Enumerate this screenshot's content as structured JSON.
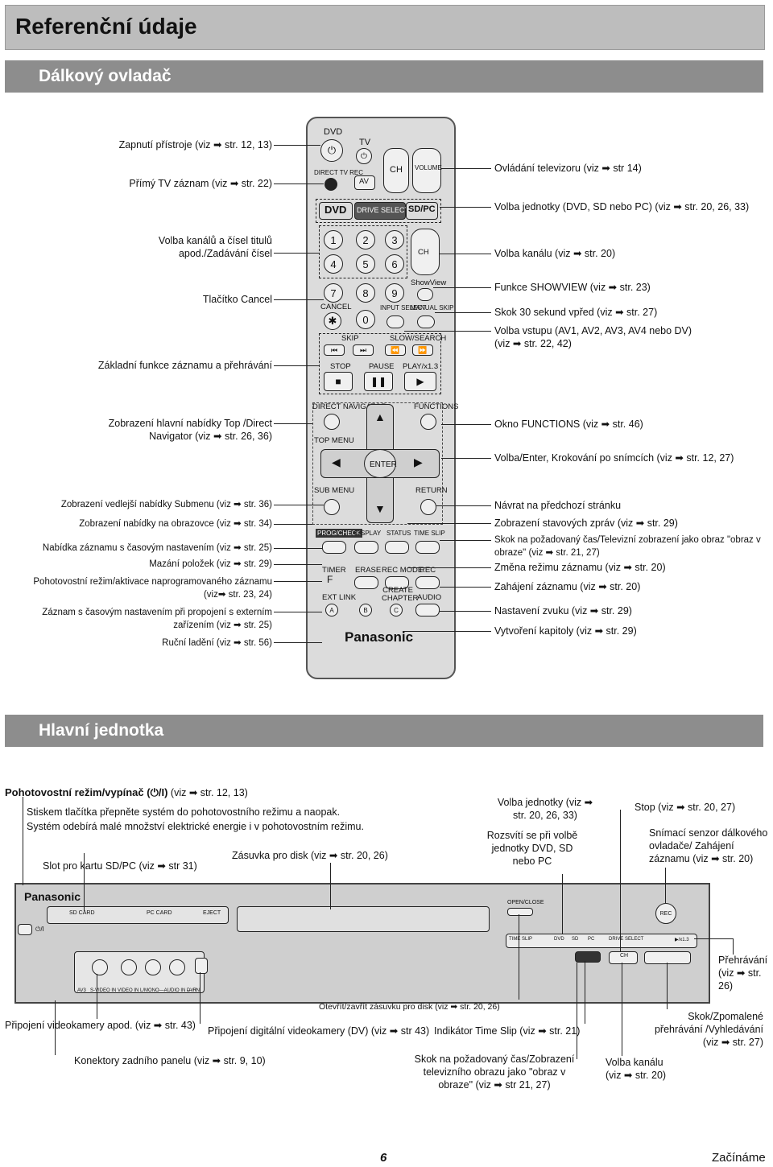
{
  "header": {
    "title": "Referenční údaje",
    "section1": "Dálkový ovladač",
    "section2": "Hlavní jednotka"
  },
  "remote": {
    "left": [
      "Zapnutí přístroje (viz ➡ str. 12, 13)",
      "Přímý TV záznam (viz ➡ str. 22)",
      "Volba kanálů a čísel titulů apod./Zadávání čísel",
      "Tlačítko Cancel",
      "Základní funkce záznamu a přehrávání",
      "Zobrazení hlavní nabídky Top /Direct Navigator (viz ➡ str. 26, 36)",
      "Zobrazení vedlejší nabídky Submenu (viz ➡ str. 36)",
      "Zobrazení nabídky na obrazovce (viz ➡ str. 34)",
      "Nabídka záznamu s časovým nastavením (viz ➡ str. 25)",
      "Mazání položek (viz ➡ str. 29)",
      "Pohotovostní režim/aktivace naprogramovaného záznamu (viz➡ str. 23, 24)",
      "Záznam s časovým nastavením při propojení s externím zařízením (viz ➡ str. 25)",
      "Ruční ladění (viz ➡ str. 56)"
    ],
    "right": [
      "Ovládání televizoru (viz ➡ str 14)",
      "Volba jednotky (DVD, SD nebo PC) (viz ➡ str. 20, 26, 33)",
      "Volba kanálu (viz ➡ str. 20)",
      "Funkce SHOWVIEW (viz ➡ str. 23)",
      "Skok 30 sekund vpřed (viz ➡ str. 27)",
      "Volba vstupu (AV1, AV2, AV3, AV4 nebo DV) (viz ➡ str. 22, 42)",
      "Okno FUNCTIONS (viz ➡ str. 46)",
      "Volba/Enter, Krokování po snímcích (viz ➡ str. 12, 27)",
      "Návrat na předchozí stránku",
      "Zobrazení stavových zpráv (viz ➡ str. 29)",
      "Skok na požadovaný čas/Televizní zobrazení jako obraz \"obraz v obraze\" (viz ➡ str. 21, 27)",
      "Změna režimu záznamu (viz ➡ str. 20)",
      "Zahájení záznamu (viz ➡ str. 20)",
      "Nastavení zvuku (viz ➡ str. 29)",
      "Vytvoření kapitoly (viz ➡ str. 29)"
    ],
    "keys": {
      "dvd": "DVD",
      "tv": "TV",
      "direct_tv_rec": "DIRECT TV REC",
      "av": "AV",
      "ch": "CH",
      "volume": "VOLUME",
      "dvd2": "DVD",
      "drive_select": "DRIVE SELECT",
      "sdpc": "SD/PC",
      "nums": [
        "1",
        "2",
        "3",
        "4",
        "5",
        "6",
        "7",
        "8",
        "9",
        "0"
      ],
      "cancel": "CANCEL",
      "showview": "ShowView",
      "input_select": "INPUT SELECT",
      "manual_skip": "MANUAL SKIP",
      "skip": "SKIP",
      "slow_search": "SLOW/SEARCH",
      "stop": "STOP",
      "pause": "PAUSE",
      "play": "PLAY/x1.3",
      "direct_navigator": "DIRECT NAVIGATOR",
      "functions": "FUNCTIONS",
      "top_menu": "TOP MENU",
      "enter": "ENTER",
      "sub_menu": "SUB MENU",
      "return": "RETURN",
      "prog_check": "PROG/CHECK",
      "display": "DISPLAY",
      "status": "STATUS",
      "time_slip": "TIME SLIP",
      "timer": "TIMER",
      "f": "F",
      "erase": "ERASE",
      "rec_mode": "REC MODE",
      "rec": "REC",
      "ext_link": "EXT LINK",
      "create_chapter": "CREATE CHAPTER",
      "audio": "AUDIO",
      "a": "A",
      "b": "B",
      "c": "C",
      "brand": "Panasonic"
    }
  },
  "unit": {
    "standby_title": "Pohotovostní režim/vypínač (⏻/I)",
    "standby_ref": "(viz ➡ str. 12, 13)",
    "standby_desc1": "Stiskem tlačítka přepněte systém do pohotovostního režimu a naopak.",
    "standby_desc2": "Systém odebírá malé množství elektrické energie i v pohotovostním režimu.",
    "slot_sd": "Slot pro kartu SD/PC (viz ➡ str 31)",
    "disc_tray": "Zásuvka pro disk (viz ➡ str. 20, 26)",
    "drive_sel": "Volba jednotky (viz ➡ str. 20, 26, 33)",
    "lit": "Rozsvítí se při volbě jednotky DVD, SD nebo PC",
    "stop": "Stop (viz ➡ str. 20, 27)",
    "sensor": "Snímací senzor dálkového ovladače/ Zahájení záznamu (viz ➡ str. 20)",
    "play": "Přehrávání (viz ➡ str. 26)",
    "skip_slow": "Skok/Zpomalené přehrávání /Vyhledávání (viz ➡ str. 27)",
    "open_close_ref": "Otevřít/zavřít zásuvku pro disk (viz ➡ str. 20, 26)",
    "camcorder": "Připojení videokamery apod. (viz ➡ str. 43)",
    "dv": "Připojení digitální videokamery (DV) (viz ➡ str 43)",
    "time_slip_ind": "Indikátor Time Slip (viz ➡ str. 21)",
    "rear": "Konektory zadního panelu (viz ➡ str. 9, 10)",
    "jump": "Skok na požadovaný čas/Zobrazení televizního obrazu jako \"obraz v obraze\" (viz ➡ str 21, 27)",
    "ch_sel": "Volba kanálu (viz ➡ str. 20)",
    "panel": {
      "brand": "Panasonic",
      "sd_card": "SD CARD",
      "pc_card": "PC CARD",
      "eject": "EJECT",
      "open_close": "OPEN/CLOSE",
      "rec": "REC",
      "power": "⏻/I",
      "time_slip": "TIME SLIP",
      "dvd": "DVD",
      "sd": "SD",
      "pc": "PC",
      "drive_select": "DRIVE SELECT",
      "x13": "▶/x1.3",
      "av3": "AV3",
      "s_video": "S-VIDEO IN",
      "video_in": "VIDEO IN",
      "audio_in": "L/MONO—AUDIO IN — R",
      "dv_in": "DV IN",
      "ch": "CH"
    }
  },
  "footer": {
    "page": "6",
    "section": "Začínáme"
  }
}
